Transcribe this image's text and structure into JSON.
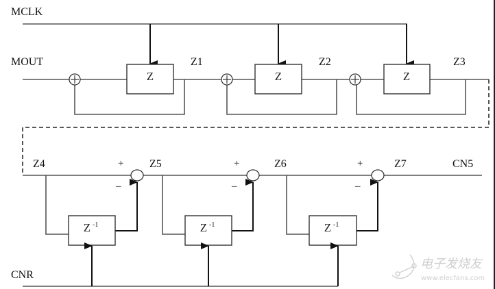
{
  "diagram": {
    "signals": {
      "clock": "MCLK",
      "input": "MOUT",
      "reset": "CNR",
      "output": "CN5"
    },
    "integrator_stage": {
      "blocks": [
        {
          "id": "b1",
          "label": "Z",
          "output": "Z1"
        },
        {
          "id": "b2",
          "label": "Z",
          "output": "Z2"
        },
        {
          "id": "b3",
          "label": "Z",
          "output": "Z3"
        }
      ],
      "adder_symbol": "+"
    },
    "comb_stage": {
      "blocks": [
        {
          "id": "c1",
          "label": "Z",
          "exponent": "-1",
          "input": "Z4",
          "output": "Z5"
        },
        {
          "id": "c2",
          "label": "Z",
          "exponent": "-1",
          "input": "Z5",
          "output": "Z6"
        },
        {
          "id": "c3",
          "label": "Z",
          "exponent": "-1",
          "input": "Z6",
          "output": "Z7"
        }
      ],
      "plus_sign": "+",
      "minus_sign": "–"
    },
    "watermark": {
      "brand": "电子发烧友",
      "url": "www.elecfans.com"
    }
  }
}
